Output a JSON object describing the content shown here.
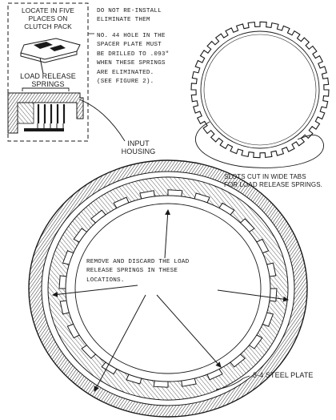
{
  "inset_box": {
    "title": "LOCATE IN FIVE\nPLACES ON\nCLUTCH PACK",
    "springs_label": "LOAD RELEASE\nSPRINGS"
  },
  "notes": {
    "do_not_reinstall": "DO NOT RE-INSTALL\nELIMINATE THEM",
    "spacer_plate": "NO. 44 HOLE IN THE\nSPACER PLATE MUST\nBE DRILLED TO .093\"\nWHEN THESE SPRINGS\nARE ELIMINATED.\n(SEE FIGURE 2)."
  },
  "callouts": {
    "input_housing": "INPUT\nHOUSING",
    "slots": "SLOTS CUT IN WIDE TABS\nFOR LOAD RELEASE SPRINGS.",
    "remove_discard": "REMOVE AND DISCARD THE LOAD\nRELEASE SPRINGS IN THESE\nLOCATIONS.",
    "steel_plate": "3-4 STEEL PLATE"
  },
  "colors": {
    "ink": "#1a1a1a",
    "paper": "#ffffff"
  }
}
